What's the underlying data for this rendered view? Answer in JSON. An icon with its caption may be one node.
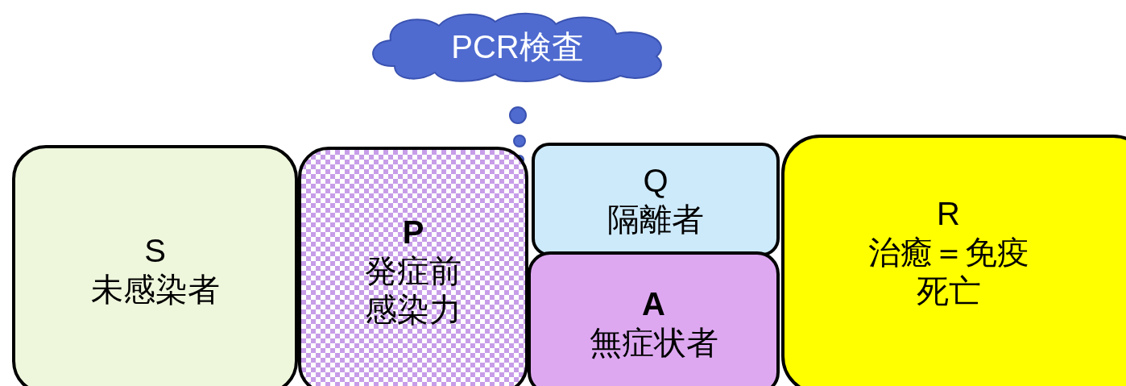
{
  "diagram": {
    "nodes": [
      {
        "text": [
          "PCR検査"
        ]
      },
      {
        "text": [
          "S",
          "未感染者"
        ]
      },
      {
        "text": [
          "P",
          "発症前感染力"
        ]
      },
      {
        "text": [
          "Q",
          "隔離者"
        ]
      },
      {
        "text": [
          "A",
          "無症状者"
        ]
      },
      {
        "text": [
          "R",
          "治癒＝免疫",
          "死亡"
        ]
      }
    ]
  }
}
